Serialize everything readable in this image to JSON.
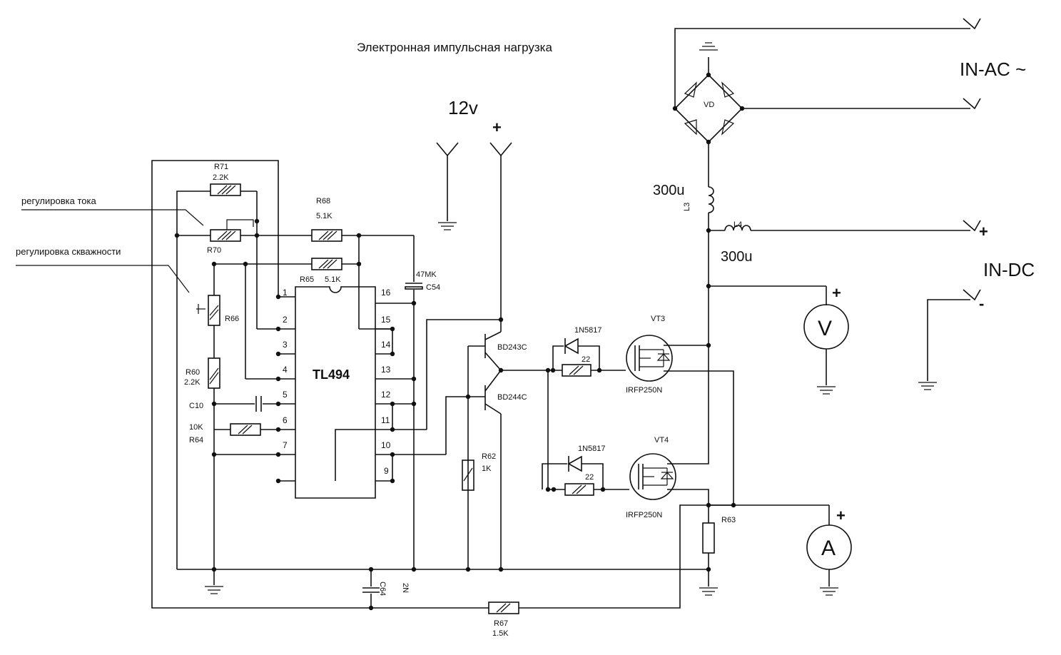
{
  "title": "Электронная импульсная нагрузка",
  "supply": {
    "voltage": "12v",
    "plus": "+"
  },
  "inputs": {
    "ac": "IN-AC ~",
    "dc": "IN-DC",
    "dc_plus": "+",
    "dc_minus": "-"
  },
  "controls": {
    "current": "регулировка тока",
    "duty": "регулировка скважности"
  },
  "ic": {
    "name": "TL494",
    "left_pins": [
      "1",
      "2",
      "3",
      "4",
      "5",
      "6",
      "7"
    ],
    "right_pins": [
      "16",
      "15",
      "14",
      "13",
      "12",
      "11",
      "10",
      "9"
    ]
  },
  "components": {
    "r71": "R71",
    "r71_val": "2.2K",
    "r70": "R70",
    "r68": "R68",
    "r68_val": "5.1K",
    "r65": "R65",
    "r65_val": "5.1K",
    "r66": "R66",
    "r60": "R60",
    "r60_val": "2.2K",
    "c10": "C10",
    "r64": "R64",
    "r64_val": "10K",
    "c54": "C54",
    "c54_val": "47MK",
    "c64": "C64",
    "c64_val": "2N",
    "r67": "R67",
    "r67_val": "1.5K",
    "q1": "BD243C",
    "q2": "BD244C",
    "r62": "R62",
    "r62_val": "1K",
    "d1": "1N5817",
    "d2": "1N5817",
    "rg1": "22",
    "rg2": "22",
    "vt3": "VT3",
    "vt4": "VT4",
    "m1": "IRFP250N",
    "m2": "IRFP250N",
    "r63": "R63",
    "vd": "VD",
    "l3": "L3",
    "l3_val": "300u",
    "l4": "L4",
    "l4_val": "300u"
  },
  "meters": {
    "voltmeter": "V",
    "ammeter": "A",
    "plus": "+"
  }
}
